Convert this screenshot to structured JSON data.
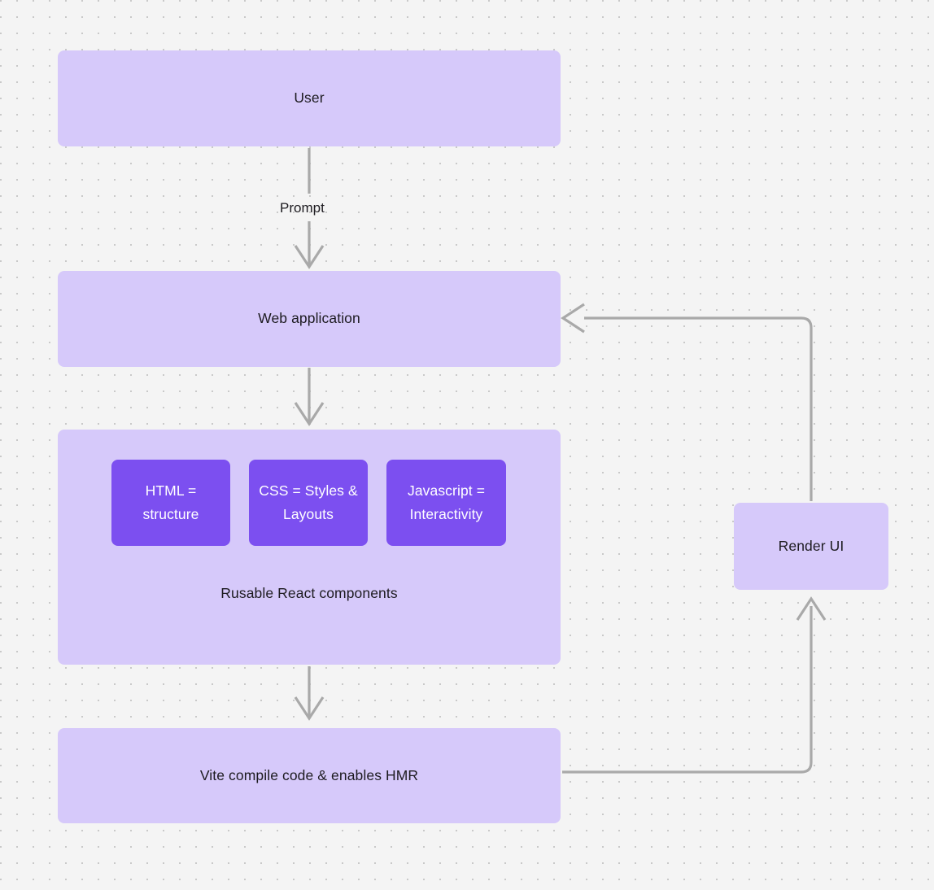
{
  "diagram": {
    "background_color": "#f4f4f4",
    "node_fill": "#d6c9fa",
    "inner_fill": "#7c4ff0",
    "edge_color": "#a9a9a9",
    "text_color": "#1d1b20",
    "nodes": {
      "user": "User",
      "web_application": "Web application",
      "container_caption": "Rusable React components",
      "vite": "Vite compile code & enables HMR",
      "render_ui": "Render UI"
    },
    "inner_nodes": [
      {
        "label": "HTML = structure"
      },
      {
        "label": "CSS = Styles & Layouts"
      },
      {
        "label": "Javascript = Interactivity"
      }
    ],
    "edges": [
      {
        "label": "Prompt",
        "from": "user",
        "to": "web_application"
      },
      {
        "label": "",
        "from": "web_application",
        "to": "container"
      },
      {
        "label": "",
        "from": "container",
        "to": "vite"
      },
      {
        "label": "",
        "from": "vite",
        "to": "render_ui"
      },
      {
        "label": "",
        "from": "render_ui",
        "to": "web_application"
      }
    ]
  }
}
